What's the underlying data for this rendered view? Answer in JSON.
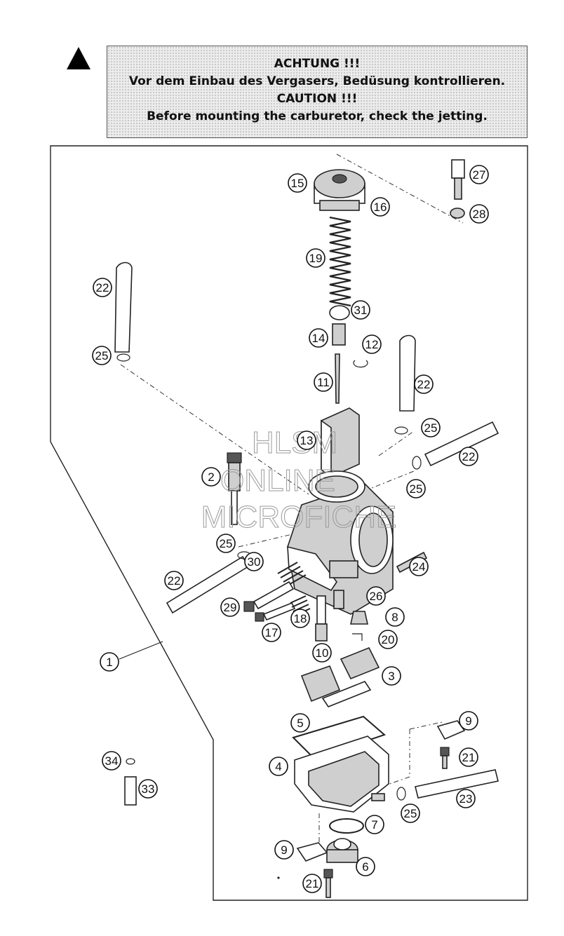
{
  "caution": {
    "line1": "ACHTUNG !!!",
    "line2": "Vor dem Einbau des Vergasers, Bedüsung kontrollieren.",
    "line3": "CAUTION !!!",
    "line4": "Before mounting the carburetor, check the jetting."
  },
  "watermark": {
    "line1": "HLSM",
    "line2": "ONLINE",
    "line3": "MICROFICHE"
  },
  "callouts": {
    "c1": "1",
    "c2": "2",
    "c3": "3",
    "c4": "4",
    "c5": "5",
    "c6": "6",
    "c7": "7",
    "c8": "8",
    "c9a": "9",
    "c9b": "9",
    "c10": "10",
    "c11": "11",
    "c12": "12",
    "c13": "13",
    "c14": "14",
    "c15": "15",
    "c16": "16",
    "c17": "17",
    "c18": "18",
    "c19": "19",
    "c20": "20",
    "c21a": "21",
    "c21b": "21",
    "c22a": "22",
    "c22b": "22",
    "c22c": "22",
    "c22d": "22",
    "c23": "23",
    "c24": "24",
    "c25a": "25",
    "c25b": "25",
    "c25c": "25",
    "c25d": "25",
    "c25e": "25",
    "c26": "26",
    "c27": "27",
    "c28": "28",
    "c29": "29",
    "c30": "30",
    "c31": "31",
    "c33": "33",
    "c34": "34"
  },
  "icons": {
    "warning": "warning-triangle-icon"
  }
}
